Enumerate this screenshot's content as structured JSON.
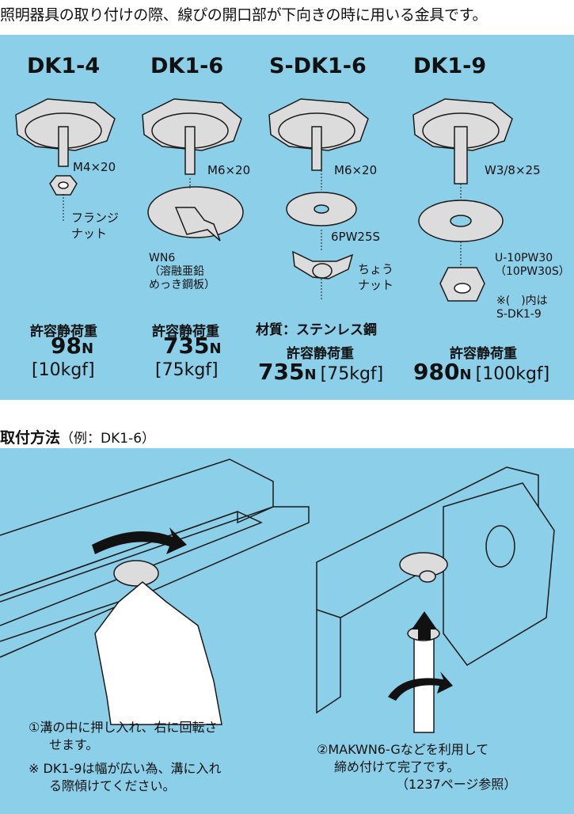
{
  "intro": "照明器具の取り付けの際、線ぴの開口部が下向きの時に用いる金具です。",
  "models": [
    {
      "name": "DK1-4",
      "bolt": "M4×20",
      "part": [
        "フランジ",
        "ナット"
      ],
      "load_label": "許容静荷重",
      "load_n": "98",
      "unit_n": "N",
      "load_kgf": "[10kgf]"
    },
    {
      "name": "DK1-6",
      "bolt": "M6×20",
      "part": [
        "WN6",
        "（溶融亜鉛",
        "めっき鋼板）"
      ],
      "load_label": "許容静荷重",
      "load_n": "735",
      "unit_n": "N",
      "load_kgf": "[75kgf]"
    },
    {
      "name": "S-DK1-6",
      "bolt": "M6×20",
      "washer": "6PW25S",
      "part": [
        "ちょう",
        "ナット"
      ],
      "material": "材質：ステンレス鋼",
      "load_label": "許容静荷重",
      "load_n": "735",
      "unit_n": "N",
      "load_kgf": "[75kgf]"
    },
    {
      "name": "DK1-9",
      "bolt": "W3/8×25",
      "part": [
        "U-10PW30",
        "（10PW30S）"
      ],
      "note": [
        "※(　)内は",
        "S-DK1-9"
      ],
      "load_label": "許容静荷重",
      "load_n": "980",
      "unit_n": "N",
      "load_kgf": "[100kgf]"
    }
  ],
  "method": {
    "title": "取付方法",
    "example": "（例：DK1-6）",
    "step1": [
      "①溝の中に押し入れ、右に回転さ",
      "せます。"
    ],
    "step1_note": [
      "※ DK1-9は幅が広い為、溝に入れ",
      "る際傾けてください。"
    ],
    "step2": [
      "②MAKWN6-Gなどを利用して",
      "締め付けて完了です。",
      "（1237ページ参照）"
    ]
  },
  "colors": {
    "panel": "#8ccfe8",
    "metal": "#dcdcdc",
    "outline": "#1a1a1a"
  }
}
